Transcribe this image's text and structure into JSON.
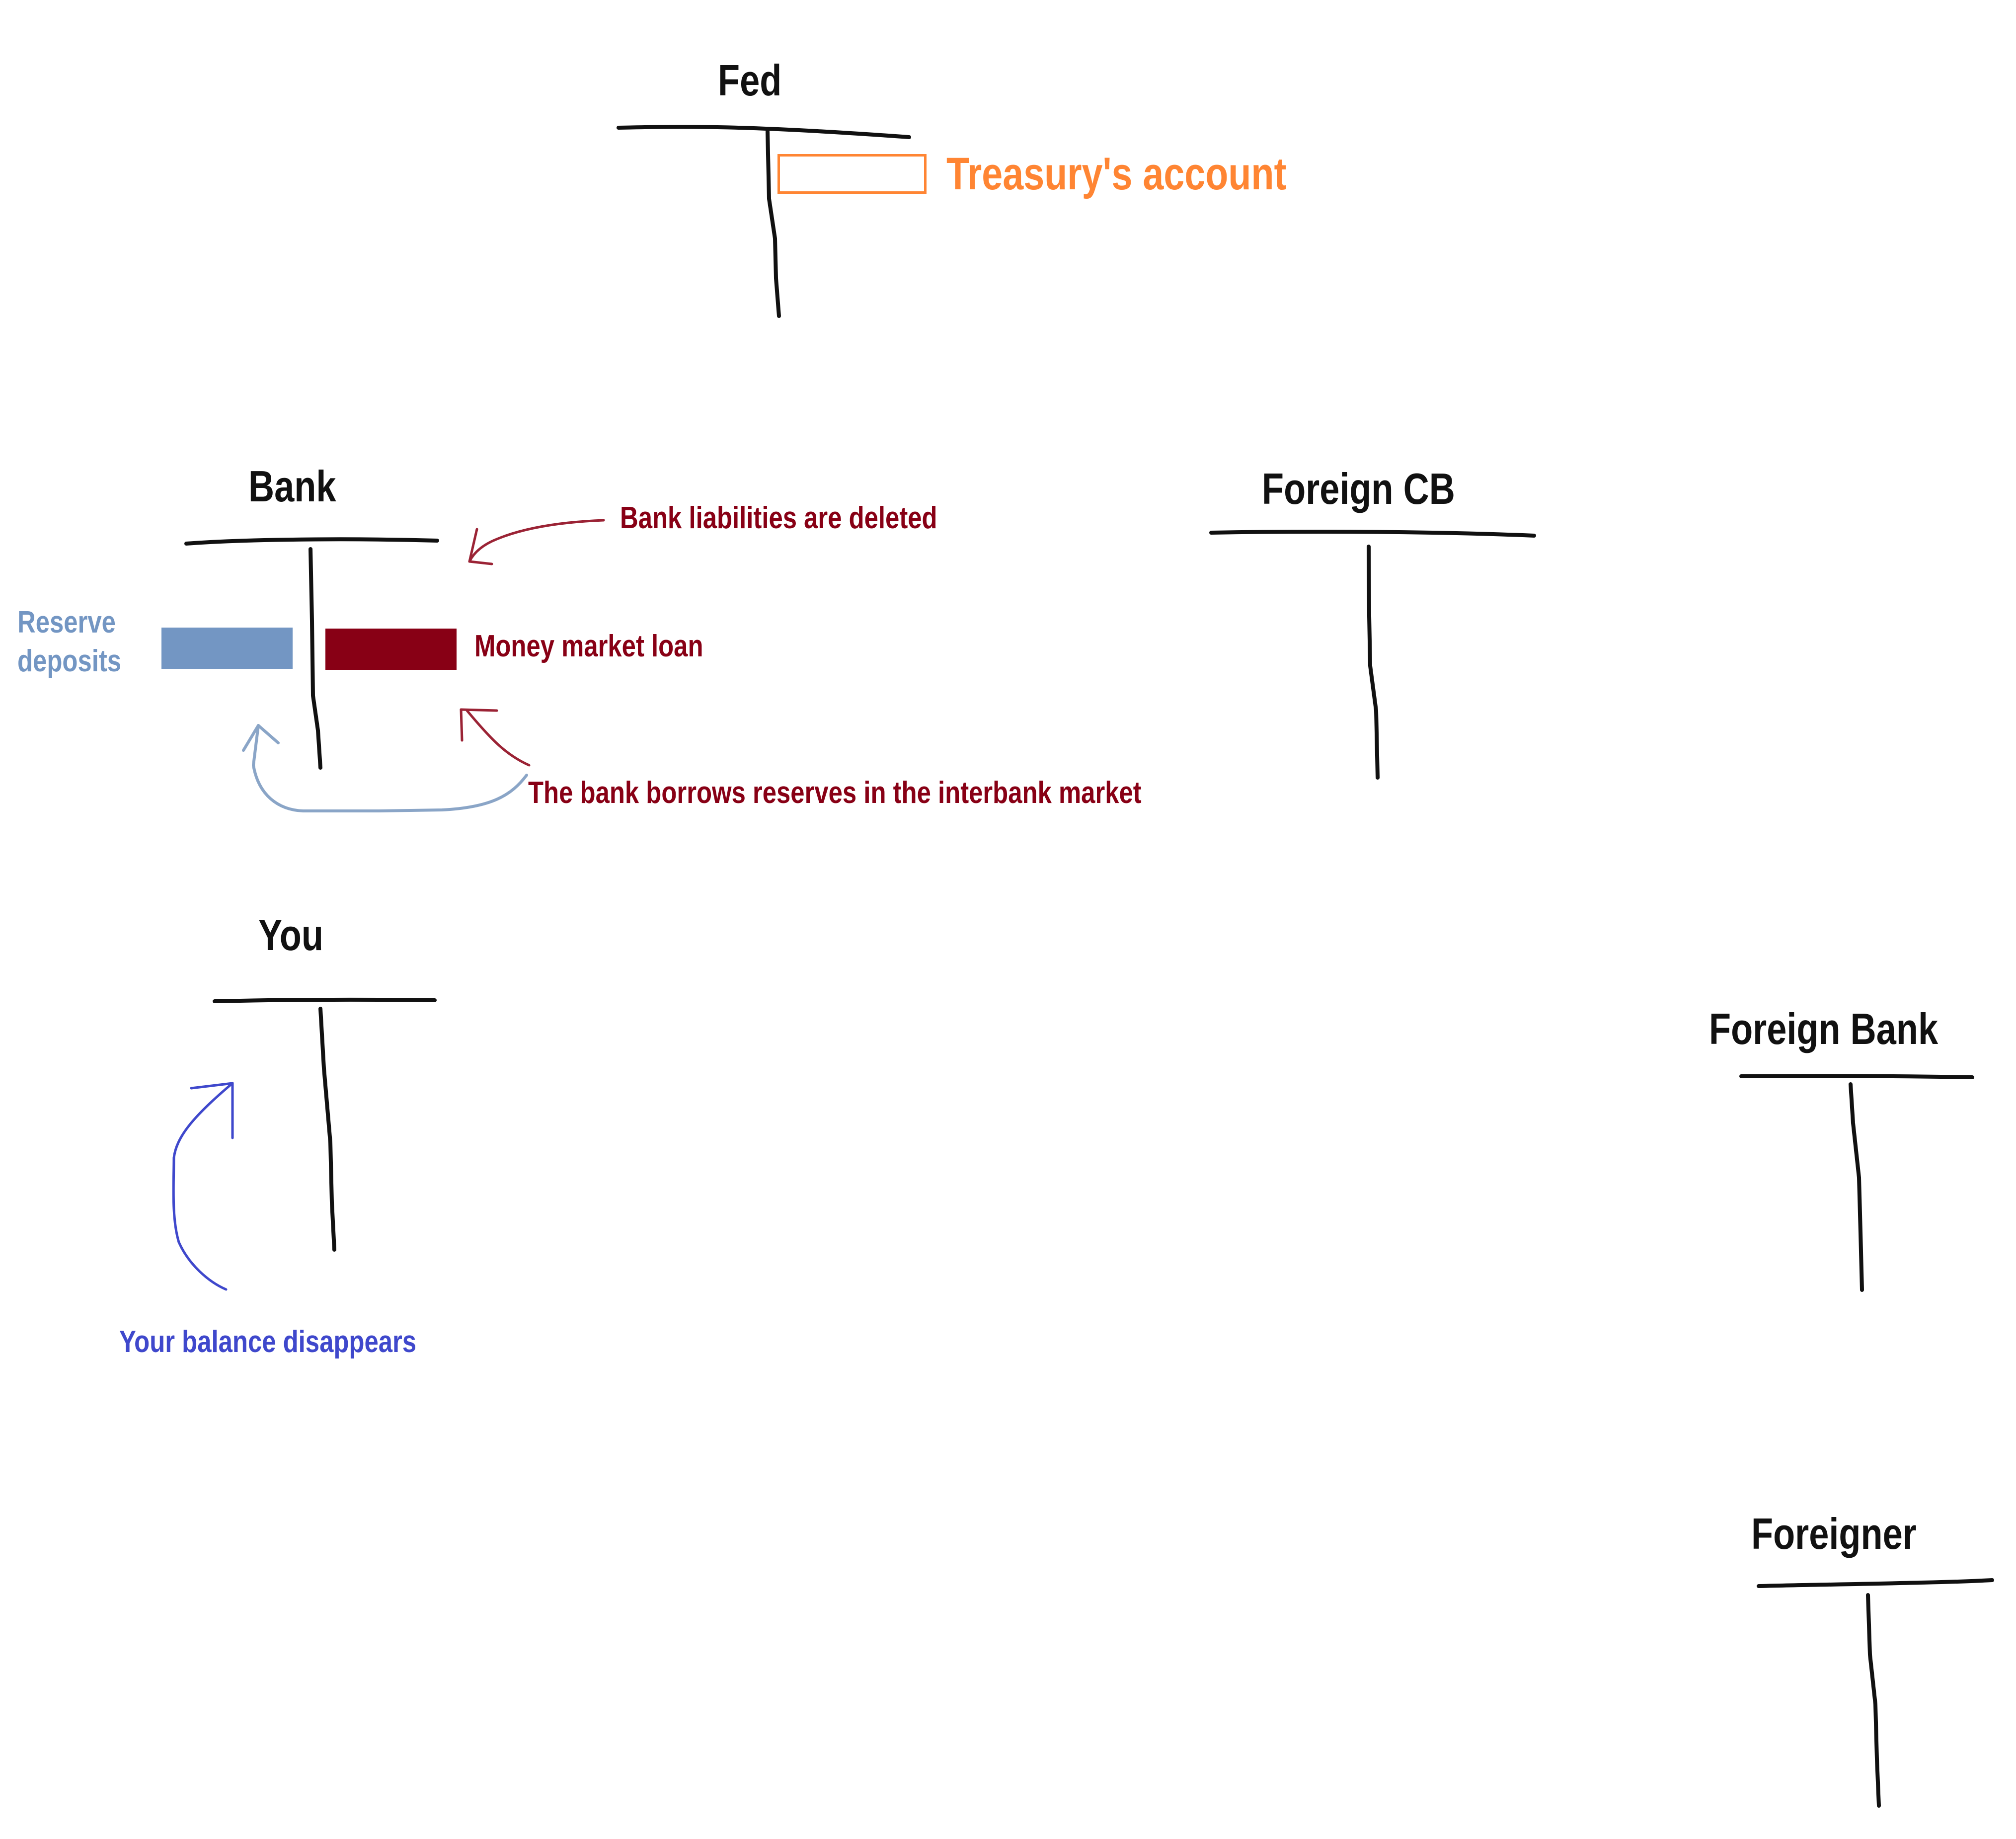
{
  "accounts": {
    "fed": "Fed",
    "bank": "Bank",
    "you": "You",
    "foreign_cb": "Foreign CB",
    "foreign_bank": "Foreign Bank",
    "foreigner": "Foreigner"
  },
  "labels": {
    "treasury_account": "Treasury's account",
    "bank_liabilities_deleted": "Bank liabilities are deleted",
    "reserve_deposits_line1": "Reserve",
    "reserve_deposits_line2": "deposits",
    "money_market_loan": "Money market loan",
    "borrows_reserves": "The bank borrows reserves in the interbank market",
    "balance_disappears": "Your balance disappears"
  },
  "colors": {
    "ink": "#111111",
    "treasury_orange": "#ff8533",
    "reserve_blue": "#7396c3",
    "loan_red": "#880015",
    "arrow_red": "#9b2335",
    "balance_blue": "#3f48cc"
  }
}
